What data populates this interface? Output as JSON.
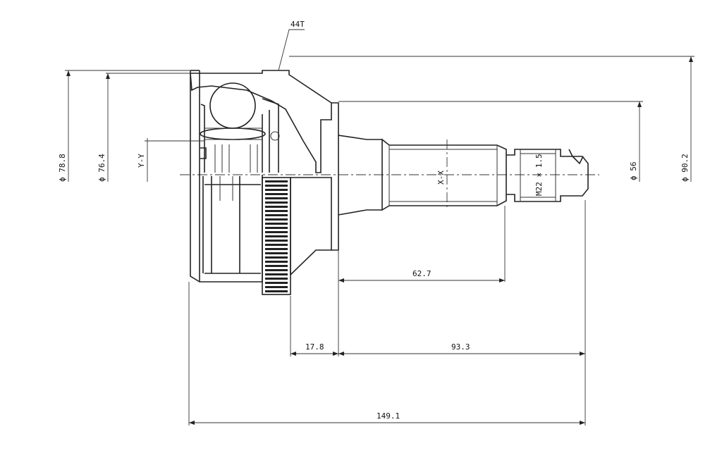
{
  "labels": {
    "teeth": "44T",
    "dia_outer_left": "ϕ 78.8",
    "dia_inner_left": "ϕ 76.4",
    "section_yy": "Y-Y",
    "section_xx": "X-X",
    "thread": "M22 × 1.5",
    "dia_shaft": "ϕ 56",
    "dia_abs": "ϕ 90.2",
    "len_spline": "62.7",
    "len_collar": "17.8",
    "len_shaft": "93.3",
    "len_total": "149.1"
  },
  "colors": {
    "ink": "#222222",
    "background": "#ffffff"
  }
}
